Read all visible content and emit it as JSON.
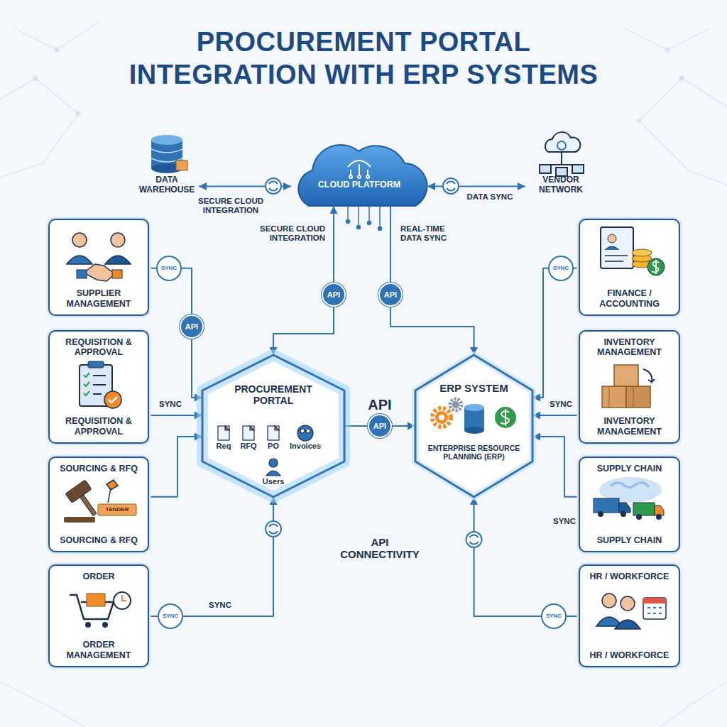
{
  "diagram": {
    "title": "PROCUREMENT PORTAL INTEGRATION WITH ERP SYSTEMS",
    "nodes": [
      {
        "text": [
          "CLOUD PLATFORM"
        ]
      },
      {
        "text": [
          "DATA WAREHOUSE"
        ]
      },
      {
        "text": [
          "VENDOR NETWORK"
        ]
      },
      {
        "text": [
          "SUPPLIER MANAGEMENT"
        ]
      },
      {
        "text": [
          "REQUISITION & APPROVAL",
          "REQUISITION & APPROVAL"
        ]
      },
      {
        "text": [
          "SOURCING & RFQ",
          "SOURCING & RFQ"
        ]
      },
      {
        "text": [
          "ORDER",
          "ORDER MANAGEMENT"
        ]
      },
      {
        "text": [
          "PROCUREMENT PORTAL",
          "Req",
          "RFQ",
          "PO",
          "Invoices",
          "Users"
        ]
      },
      {
        "text": [
          "ERP SYSTEM",
          "ENTERPRISE RESOURCE PLANNING (ERP)"
        ]
      },
      {
        "text": [
          "FINANCE / ACCOUNTING"
        ]
      },
      {
        "text": [
          "INVENTORY MANAGEMENT",
          "INVENTORY MANAGEMENT"
        ]
      },
      {
        "text": [
          "SUPPLY CHAIN",
          "SUPPLY CHAIN"
        ]
      },
      {
        "text": [
          "HR / WORKFORCE",
          "HR / WORKFORCE"
        ]
      }
    ],
    "edges": [
      {
        "from": 1,
        "to": 0,
        "arrow": "both",
        "label": "SECURE CLOUD INTEGRATION"
      },
      {
        "from": 0,
        "to": 2,
        "arrow": "both",
        "label": "DATA SYNC"
      },
      {
        "from": 3,
        "to": 7,
        "arrow": "to",
        "label": "SYNC"
      },
      {
        "from": 4,
        "to": 7,
        "arrow": "to",
        "label": "SYNC"
      },
      {
        "from": 5,
        "to": 7,
        "arrow": "to"
      },
      {
        "from": 6,
        "to": 7,
        "arrow": "to",
        "label": "SYNC"
      },
      {
        "from": 7,
        "to": 8,
        "arrow": "to",
        "label": "API"
      },
      {
        "from": 7,
        "to": 0,
        "arrow": "both",
        "label": "API"
      },
      {
        "from": 0,
        "to": 8,
        "arrow": "to",
        "label": "API"
      },
      {
        "from": 9,
        "to": 8,
        "arrow": "to",
        "label": "SYNC"
      },
      {
        "from": 10,
        "to": 8,
        "arrow": "to",
        "label": "SYNC"
      },
      {
        "from": 11,
        "to": 8,
        "arrow": "to",
        "label": "SYNC"
      },
      {
        "from": 12,
        "to": 8,
        "arrow": "to",
        "label": "SYNC"
      }
    ],
    "labels": [
      "SECURE CLOUD INTEGRATION",
      "REAL-TIME DATA SYNC",
      "API",
      "API",
      "API CONNECTIVITY",
      "TENDER",
      "SYNC"
    ]
  }
}
